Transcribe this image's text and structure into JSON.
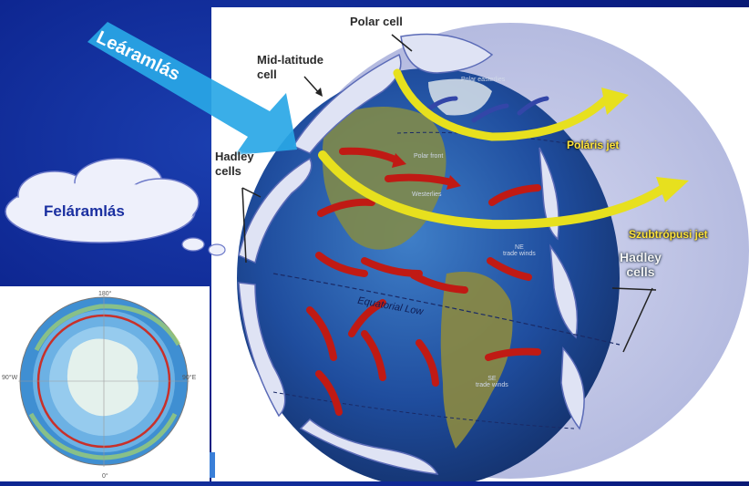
{
  "arrow": {
    "label": "Leáramlás"
  },
  "cloud": {
    "label": "Feláramlás"
  },
  "labels": {
    "polar_cell": "Polar cell",
    "mid_latitude_cell": "Mid-latitude\ncell",
    "hadley_cells_left": "Hadley\ncells",
    "hadley_cells_right": "Hadley\ncells",
    "polar_jet": "Poláris jet",
    "subtropical_jet": "Szubtrópusi jet",
    "polar_easterlies": "Polar easterlies",
    "polar_front": "Polar front",
    "westerlies": "Westerlies",
    "ne_trade_winds": "NE\ntrade winds",
    "equatorial_low": "Equatorial Low",
    "se_trade_winds": "SE\ntrade winds"
  },
  "inset_map": {
    "lon_top": "180°",
    "lon_bottom": "0°",
    "lon_left": "90°W",
    "lon_right": "90°E"
  },
  "colors": {
    "background": "#0a1f88",
    "arrow": "#29a7e6",
    "jet": "#e7e01e",
    "wind": "#c01a14",
    "cell": "#dfe3f4"
  }
}
